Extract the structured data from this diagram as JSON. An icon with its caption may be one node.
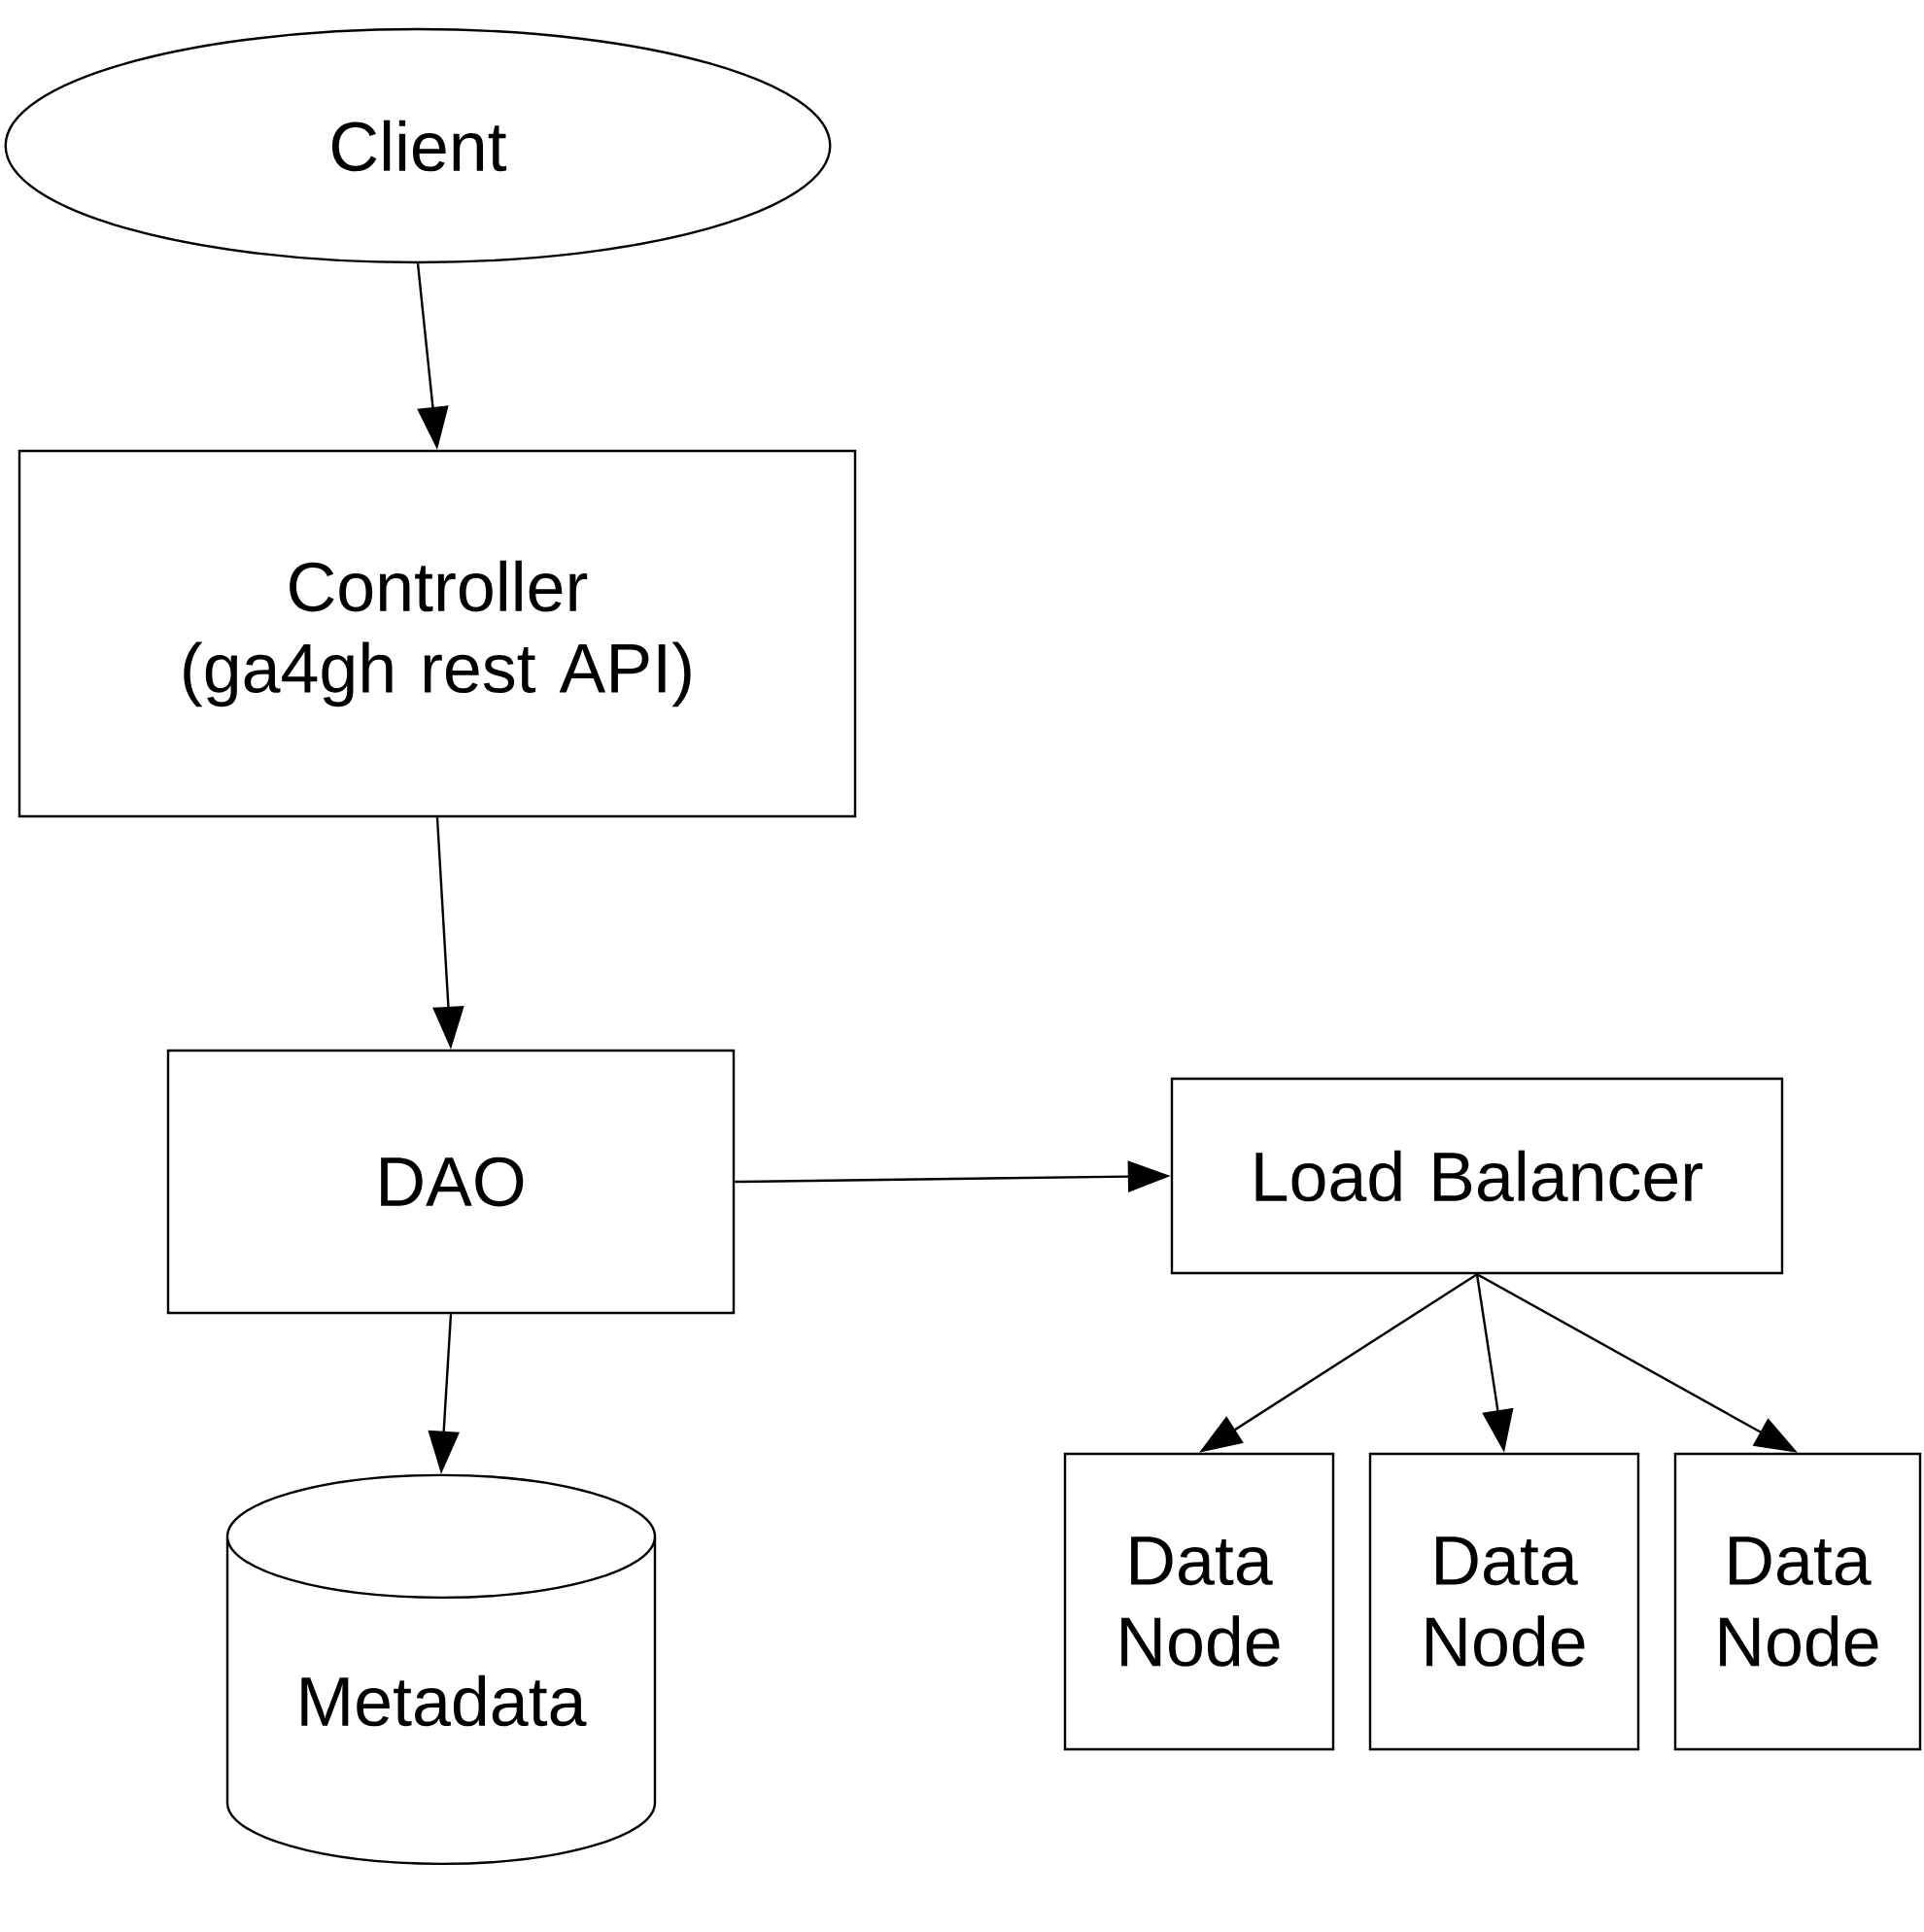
{
  "diagram": {
    "nodes": [
      {
        "text": [
          "Client"
        ]
      },
      {
        "text": [
          "Controller (ga4gh rest API)"
        ]
      },
      {
        "text": [
          "DAO"
        ]
      },
      {
        "text": [
          "Load Balancer"
        ]
      },
      {
        "text": [
          "Metadata"
        ]
      },
      {
        "text": [
          "Data Node"
        ]
      },
      {
        "text": [
          "Data Node"
        ]
      },
      {
        "text": [
          "Data Node"
        ]
      }
    ],
    "edges": [
      {
        "from": 0,
        "to": 1,
        "arrow": "to"
      },
      {
        "from": 1,
        "to": 2,
        "arrow": "to"
      },
      {
        "from": 2,
        "to": 3,
        "arrow": "to"
      },
      {
        "from": 2,
        "to": 4,
        "arrow": "to"
      },
      {
        "from": 3,
        "to": 5,
        "arrow": "to"
      },
      {
        "from": 3,
        "to": 6,
        "arrow": "to"
      },
      {
        "from": 3,
        "to": 7,
        "arrow": "to"
      }
    ]
  }
}
